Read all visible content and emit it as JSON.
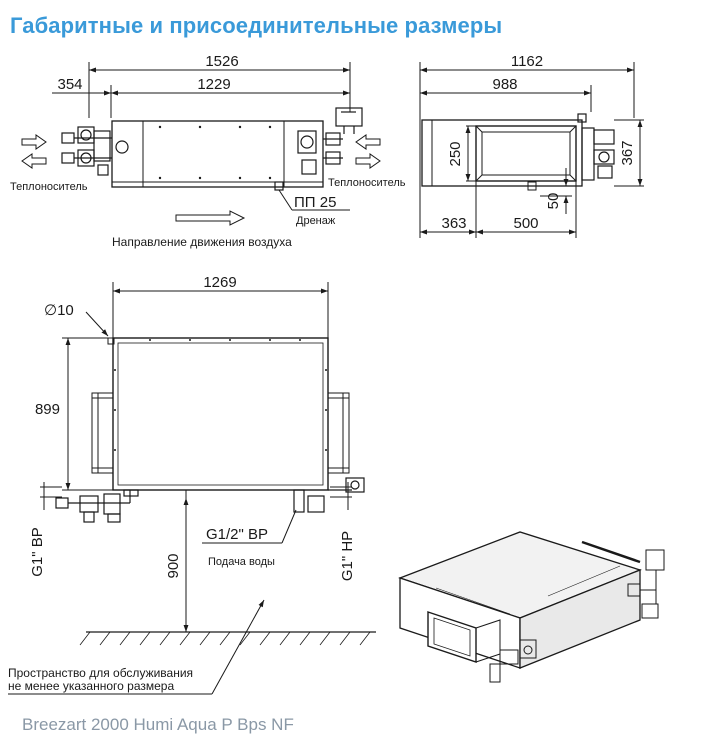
{
  "title": "Габаритные и присоединительные размеры",
  "footer": "Breezart 2000 Humi Aqua P Bps NF",
  "side_view": {
    "dim_overall": "1526",
    "dim_inner": "1229",
    "dim_left": "354",
    "label_coolant_left": "Теплоноситель",
    "label_coolant_right": "Теплоноситель",
    "label_drain_size": "ПП 25",
    "label_drain": "Дренаж",
    "label_airflow": "Направление движения воздуха"
  },
  "end_view": {
    "dim_overall": "1162",
    "dim_inner": "988",
    "dim_height_inner": "250",
    "dim_height_overall": "367",
    "dim_offset": "363",
    "dim_width": "500",
    "dim_drain": "50"
  },
  "top_view": {
    "dim_width": "1269",
    "dim_hole": "∅10",
    "dim_depth": "899",
    "dim_service": "900",
    "label_pipe_left": "G1\" ВР",
    "label_pipe_right": "G1\" НР",
    "label_water_thread": "G1/2\" ВР",
    "label_water": "Подача воды",
    "note_line1": "Пространство для обслуживания",
    "note_line2": "не менее указанного размера"
  },
  "colors": {
    "title": "#3a9ad9",
    "footer": "#8a98a6",
    "lines": "#1a1a1a"
  }
}
